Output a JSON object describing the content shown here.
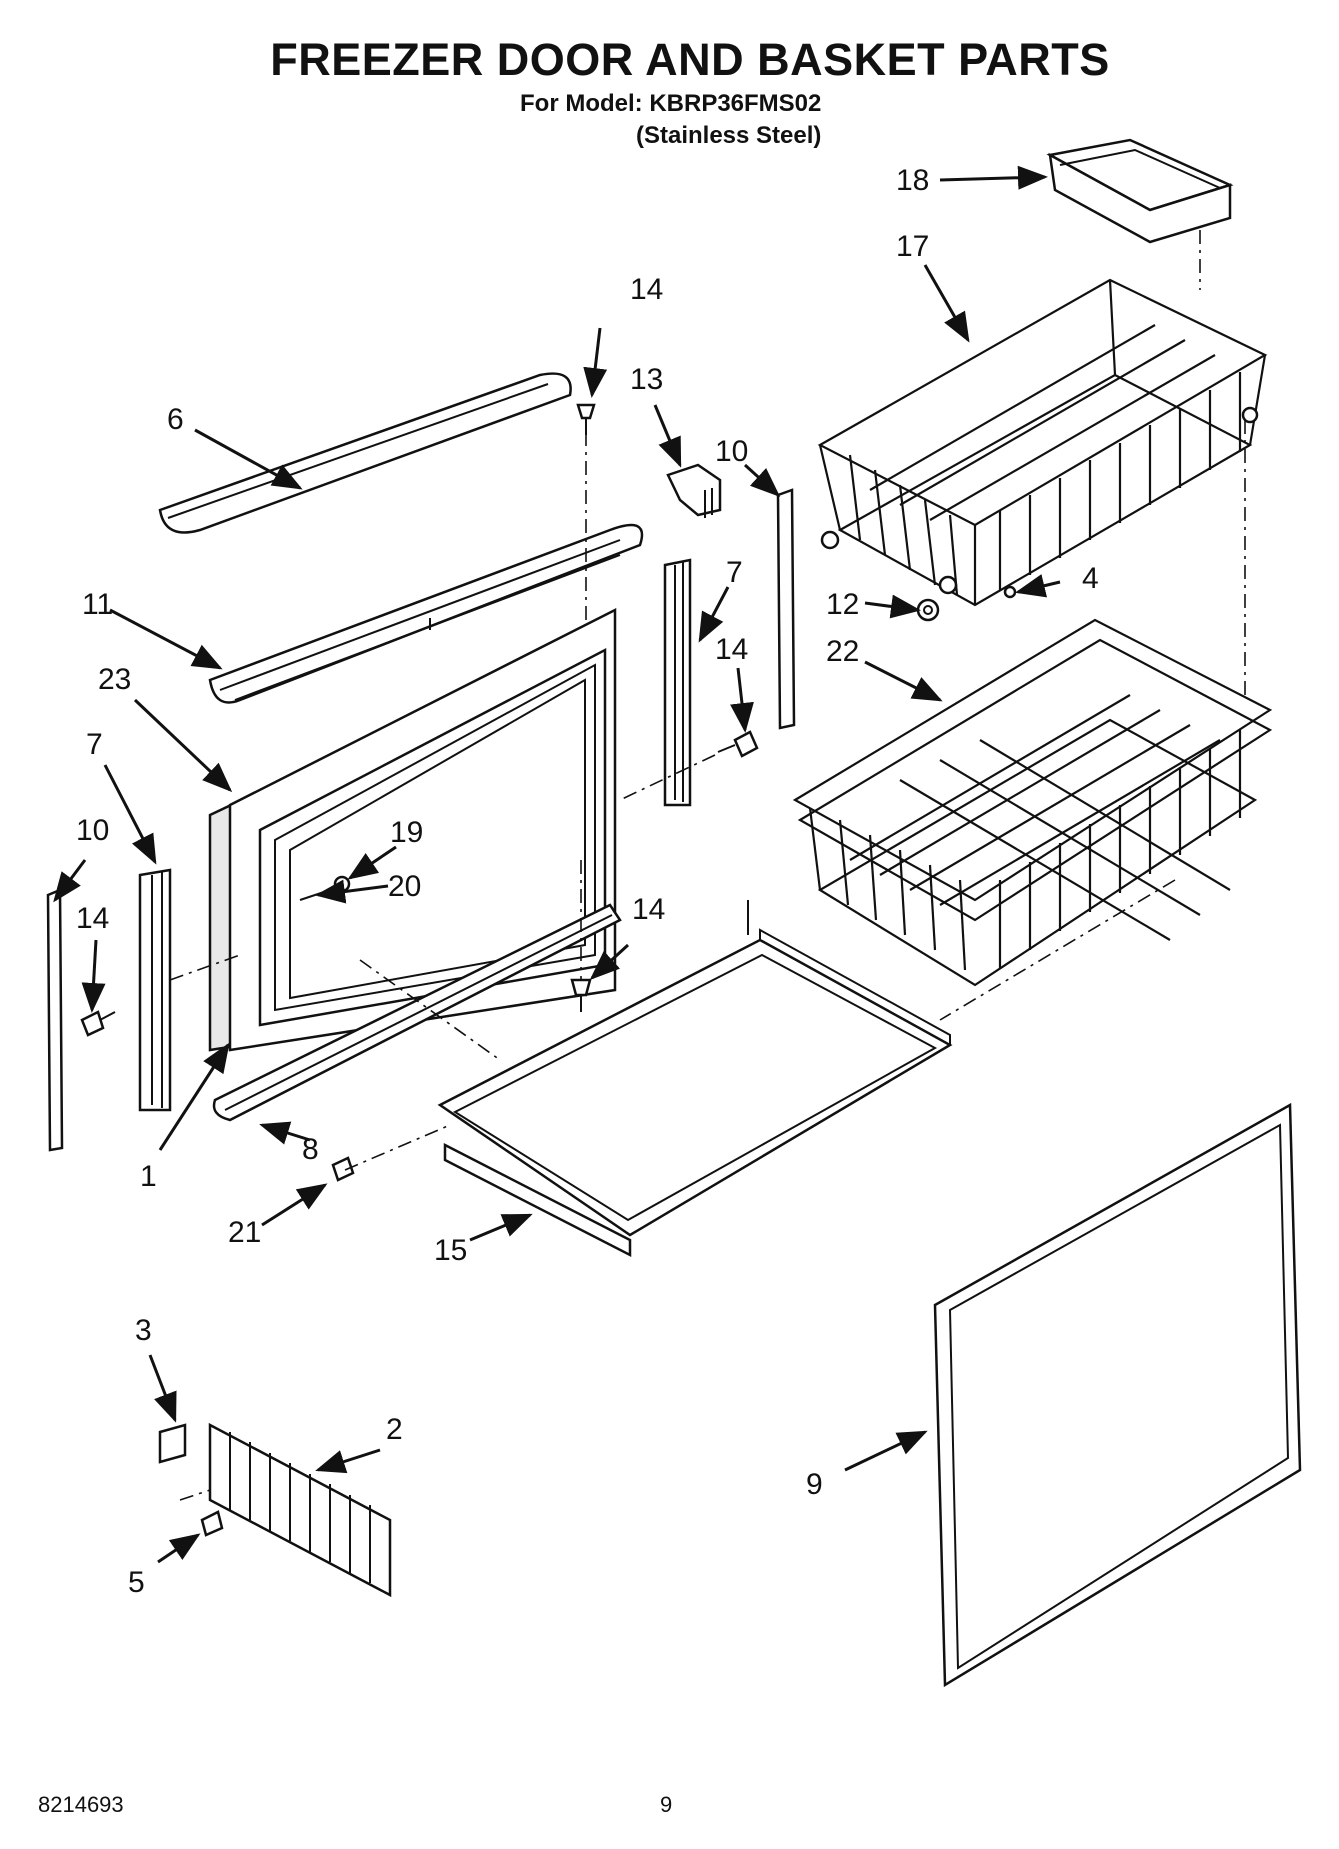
{
  "header": {
    "title": "FREEZER DOOR AND BASKET PARTS",
    "model_line": "For Model: KBRP36FMS02",
    "material_line": "(Stainless Steel)"
  },
  "callouts": {
    "c1": "1",
    "c2": "2",
    "c3": "3",
    "c4": "4",
    "c5": "5",
    "c6": "6",
    "c7a": "7",
    "c7b": "7",
    "c8": "8",
    "c9": "9",
    "c10a": "10",
    "c10b": "10",
    "c11": "11",
    "c12": "12",
    "c13": "13",
    "c14a": "14",
    "c14b": "14",
    "c14c": "14",
    "c14d": "14",
    "c15": "15",
    "c17": "17",
    "c18": "18",
    "c19": "19",
    "c20": "20",
    "c21": "21",
    "c22": "22",
    "c23": "23"
  },
  "footer": {
    "doc_number": "8214693",
    "page_number": "9"
  }
}
